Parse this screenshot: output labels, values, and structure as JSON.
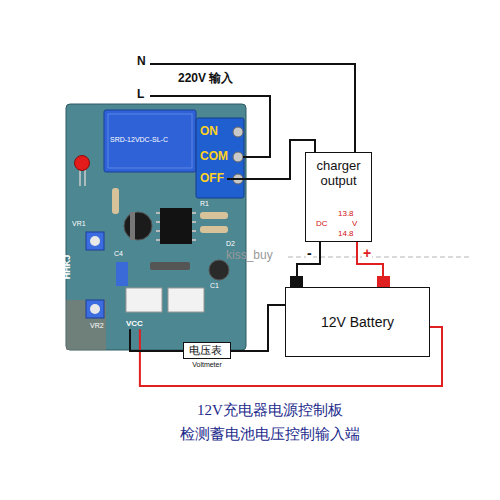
{
  "diagram": {
    "caption": "12V充电器电源控制板 检测蓄电池电压控制输入端",
    "nodes": [
      {
        "text": [
          "ON"
        ]
      },
      {
        "text": [
          "COM"
        ]
      },
      {
        "text": [
          "OFF"
        ]
      },
      {
        "text": [
          "charger output",
          "13.8",
          "DC",
          "V",
          "14.8"
        ]
      },
      {
        "text": [
          "12V Battery"
        ]
      },
      {
        "text": [
          "电压表",
          "Voltmeter"
        ]
      },
      {
        "text": [
          "VCC"
        ]
      }
    ],
    "edges": [
      {
        "from": 2,
        "to": 3,
        "arrow": "none"
      },
      {
        "from": 3,
        "to": 4,
        "label": "-",
        "arrow": "none"
      },
      {
        "from": 3,
        "to": 4,
        "label": "+",
        "arrow": "none"
      },
      {
        "from": 4,
        "to": 6,
        "arrow": "none"
      },
      {
        "from": 5,
        "to": 6,
        "arrow": "none"
      },
      {
        "from": 5,
        "to": 4,
        "arrow": "none"
      }
    ],
    "labels": [
      "N",
      "L",
      "220V 输入",
      "SRD-12VDC-SL-C",
      "HHKJ",
      "VR1",
      "VR2",
      "C4",
      "C1",
      "R1",
      "D2",
      "kiss_buy"
    ]
  }
}
